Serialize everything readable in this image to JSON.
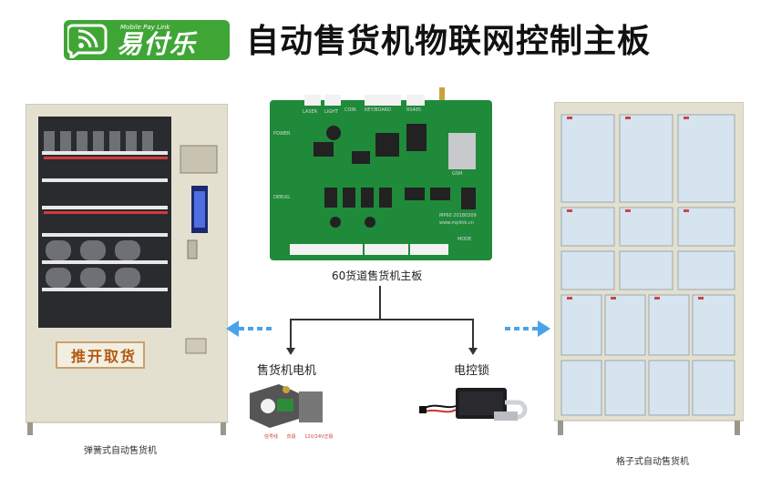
{
  "header": {
    "logo_tagline": "Mobile Pay Link",
    "logo_text": "易付乐",
    "title": "自动售货机物联网控制主板"
  },
  "board": {
    "caption": "60货道售货机主板",
    "silk_labels": [
      "LASER",
      "LIGHT",
      "COIN",
      "KEY/BOARD",
      "RS485",
      "POWER",
      "GSM",
      "DEBUG",
      "MODE",
      "MP60 20180309",
      "www.mplink.cn"
    ]
  },
  "components": {
    "motor_label": "售货机电机",
    "motor_sub_labels": [
      "信号线",
      "负极",
      "12V/24V正极"
    ],
    "lock_label": "电控锁"
  },
  "machines": {
    "left_caption": "弹簧式自动售货机",
    "left_panel_label": "推开取货",
    "right_caption": "格子式自动售货机"
  },
  "colors": {
    "brand_green": "#3fa535",
    "board_green": "#1f8a3a",
    "cabinet_beige": "#e4e0d0",
    "arrow_blue": "#4aa3ea"
  }
}
